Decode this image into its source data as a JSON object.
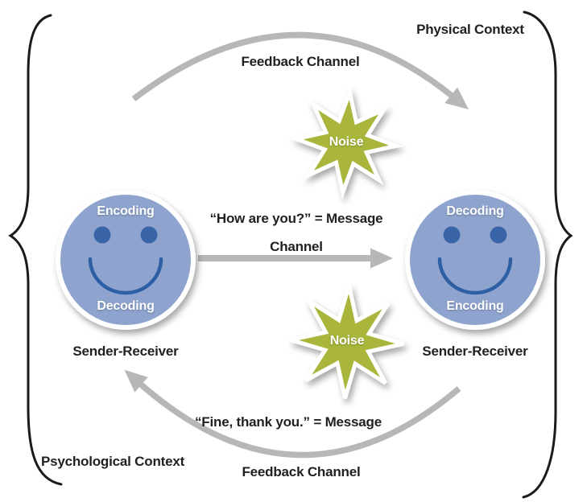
{
  "colors": {
    "face_fill": "#8ea4ce",
    "face_features": "#3a64a8",
    "smile": "#2d5fa4",
    "star_fill": "#a9b63a",
    "arrow": "#b7b7b7",
    "text": "#231f20",
    "brace": "#1b1b1b",
    "label_on_shape": "#ffffff"
  },
  "labels": {
    "physical_context": "Physical Context",
    "psychological_context": "Psychological Context",
    "feedback_channel_top": "Feedback Channel",
    "feedback_channel_bottom": "Feedback Channel",
    "message_question": "“How are you?” = Message",
    "channel": "Channel",
    "message_answer": "“Fine, thank you.” = Message",
    "noise_top": "Noise",
    "noise_bottom": "Noise",
    "left_face_top": "Encoding",
    "left_face_bottom": "Decoding",
    "left_face_caption": "Sender-Receiver",
    "right_face_top": "Decoding",
    "right_face_bottom": "Encoding",
    "right_face_caption": "Sender-Receiver"
  }
}
